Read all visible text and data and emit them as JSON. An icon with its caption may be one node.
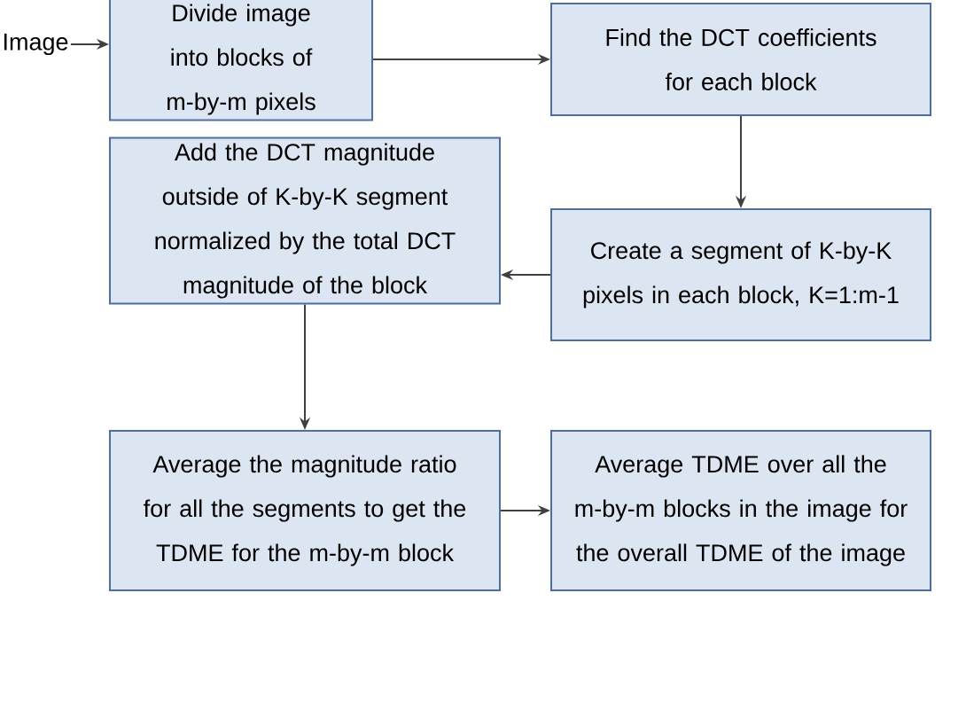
{
  "diagram": {
    "nodes": [
      {
        "text": [
          "Image"
        ]
      },
      {
        "text": [
          "Divide image into blocks of m-by-m pixels"
        ]
      },
      {
        "text": [
          "Find the DCT coefficients for each  block"
        ]
      },
      {
        "text": [
          "Create a segment of K-by-K pixels in each block, K=1:m-1"
        ]
      },
      {
        "text": [
          "Add the DCT magnitude outside of K-by-K segment normalized by the total DCT magnitude of the block"
        ]
      },
      {
        "text": [
          "Average the magnitude ratio for all the segments to get the TDME for the m-by-m block"
        ]
      },
      {
        "text": [
          "Average TDME over all the m-by-m blocks in the image for the overall TDME of the image"
        ]
      }
    ],
    "edges": [
      {
        "from": 0,
        "to": 1,
        "arrow": "to"
      },
      {
        "from": 1,
        "to": 2,
        "arrow": "to"
      },
      {
        "from": 2,
        "to": 3,
        "arrow": "to"
      },
      {
        "from": 3,
        "to": 4,
        "arrow": "to"
      },
      {
        "from": 4,
        "to": 5,
        "arrow": "to"
      },
      {
        "from": 5,
        "to": 6,
        "arrow": "to"
      }
    ]
  }
}
